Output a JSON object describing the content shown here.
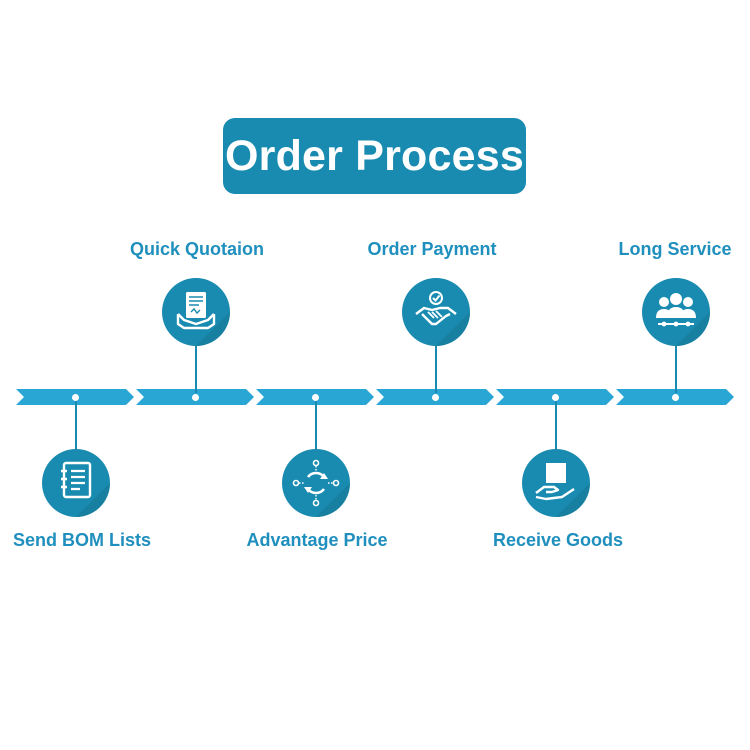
{
  "title": "Order Process",
  "colors": {
    "primary": "#1a8bb0",
    "timeline": "#29a6d4",
    "label": "#1f8fbd"
  },
  "steps": [
    {
      "label": "Send BOM Lists",
      "icon": "document-list-icon"
    },
    {
      "label": "Quick Quotaion",
      "icon": "quotation-hand-icon"
    },
    {
      "label": "Advantage Price",
      "icon": "price-exchange-icon"
    },
    {
      "label": "Order Payment",
      "icon": "handshake-icon"
    },
    {
      "label": "Receive Goods",
      "icon": "receive-box-icon"
    },
    {
      "label": "Long Service",
      "icon": "team-service-icon"
    }
  ]
}
